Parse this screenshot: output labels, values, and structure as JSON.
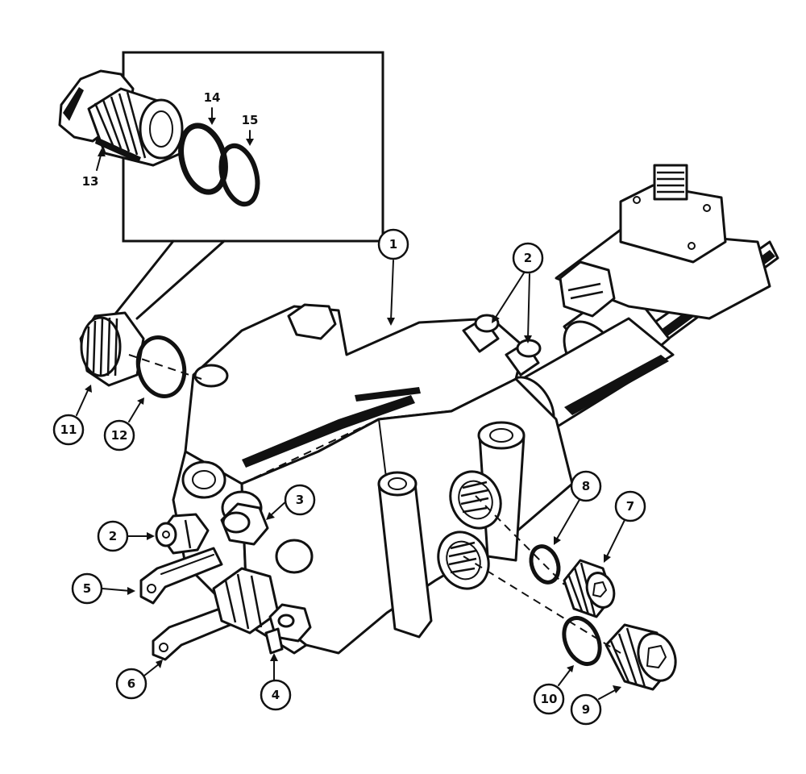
{
  "diagram": {
    "callouts": [
      {
        "id": "c1",
        "label": "1"
      },
      {
        "id": "c2a",
        "label": "2"
      },
      {
        "id": "c2b",
        "label": "2"
      },
      {
        "id": "c3",
        "label": "3"
      },
      {
        "id": "c4",
        "label": "4"
      },
      {
        "id": "c5",
        "label": "5"
      },
      {
        "id": "c6",
        "label": "6"
      },
      {
        "id": "c7",
        "label": "7"
      },
      {
        "id": "c8",
        "label": "8"
      },
      {
        "id": "c9",
        "label": "9"
      },
      {
        "id": "c10",
        "label": "10"
      },
      {
        "id": "c11",
        "label": "11"
      },
      {
        "id": "c12",
        "label": "12"
      }
    ],
    "inset_labels": [
      {
        "id": "i13",
        "label": "13"
      },
      {
        "id": "i14",
        "label": "14"
      },
      {
        "id": "i15",
        "label": "15"
      }
    ]
  }
}
